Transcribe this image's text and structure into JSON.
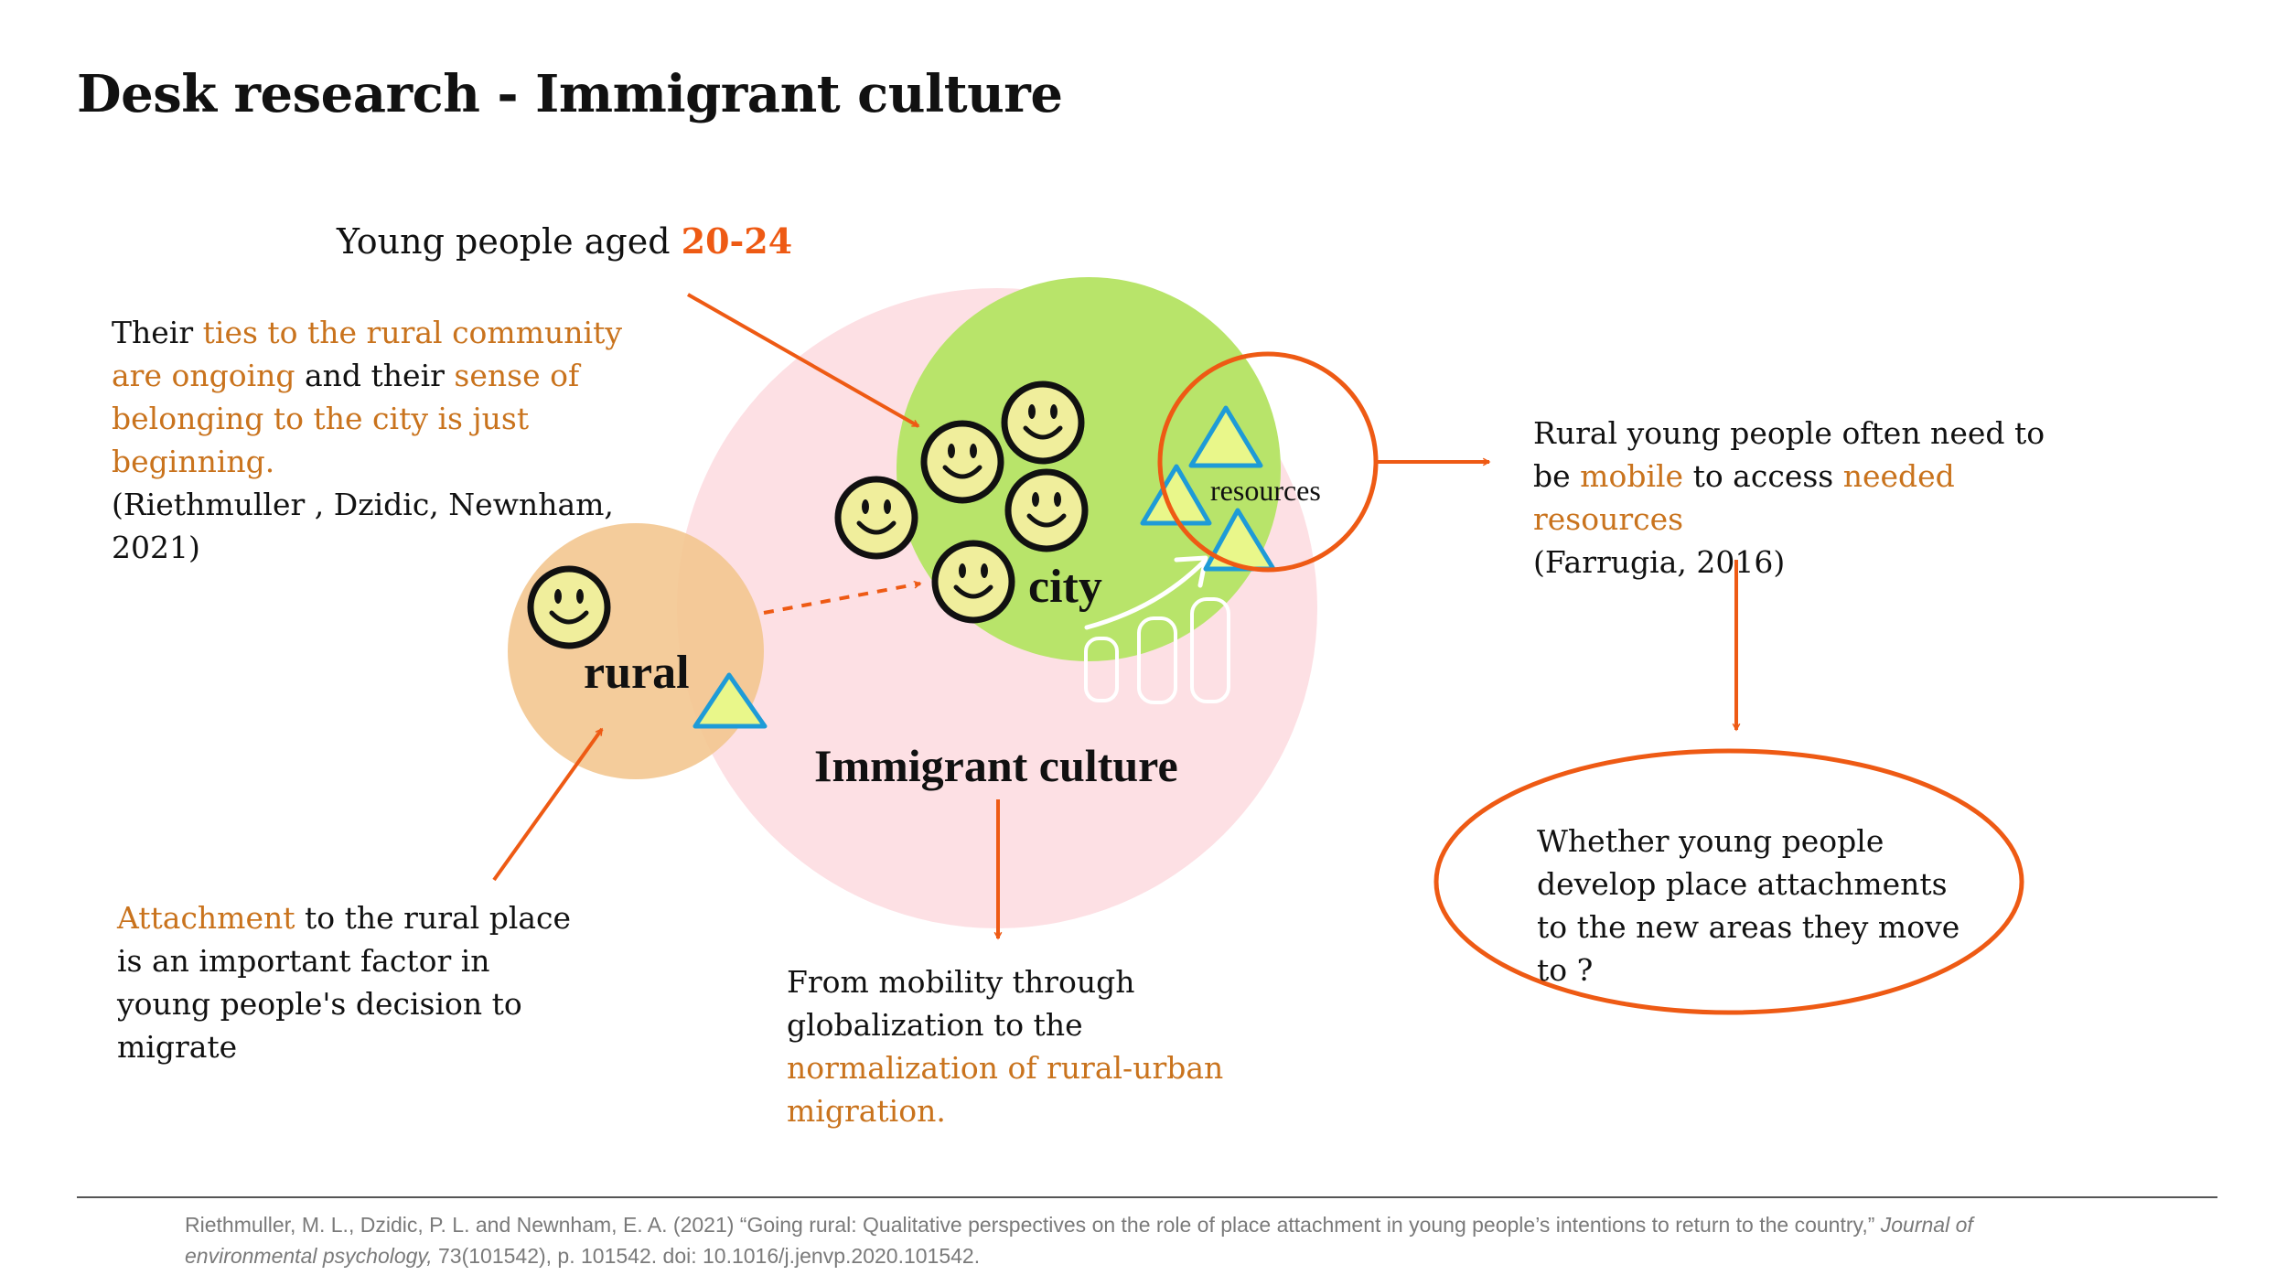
{
  "title": "Desk research - Immigrant culture",
  "young_people": {
    "prefix": "Young people aged ",
    "age_range": "20-24"
  },
  "ties_note": {
    "w1": "Their ",
    "h1": "ties to the rural community are ongoing",
    "w2": " and their ",
    "h2": "sense of belonging to the city is just beginning.",
    "citation": "(Riethmuller , Dzidic, Newnham, 2021)"
  },
  "diagram": {
    "rural_label": "rural",
    "city_label": "city",
    "resources_label": "resources",
    "culture_label": "Immigrant culture",
    "colors": {
      "rural": "#f3c58d",
      "culture": "#fde0e4",
      "city": "#b8e46a",
      "arrow": "#ee5a14",
      "smiley": "#f0ee9c",
      "triangle_fill": "#e9f78a",
      "triangle_stroke": "#1e9bd7"
    }
  },
  "resources_note": {
    "w1": "Rural young people often need to be ",
    "h1": "mobile",
    "w2": " to access ",
    "h2": "needed resources",
    "citation": "(Farrugia, 2016)"
  },
  "question_note": "Whether young people develop place attachments to the new areas they move to ?",
  "attachment_note": {
    "h1": "Attachment",
    "w1": " to the rural place is an important factor in young people's decision to migrate"
  },
  "mobility_note": {
    "w1": "From mobility through globalization to the ",
    "h1": "normalization of rural-urban migration."
  },
  "reference": {
    "text_before": "Riethmuller, M. L., Dzidic, P. L. and Newnham, E. A. (2021) “Going rural: Qualitative perspectives on the role of place attachment in young people’s intentions to return to the country,” ",
    "journal": "Journal of environmental psychology,",
    "text_after": " 73(101542), p. 101542. doi: 10.1016/j.jenvp.2020.101542."
  }
}
